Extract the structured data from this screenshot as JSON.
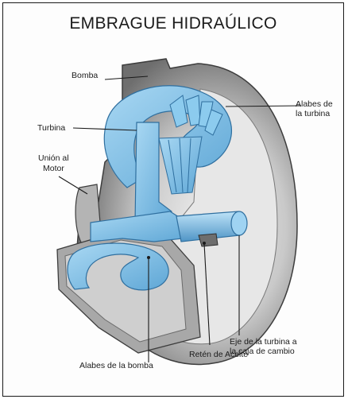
{
  "title": "EMBRAGUE HIDRAÚLICO",
  "labels": {
    "bomba": "Bomba",
    "turbina": "Turbina",
    "union_line1": "Unión al",
    "union_line2": "Motor",
    "alabes_turbina_line1": "Alabes de",
    "alabes_turbina_line2": "la turbina",
    "alabes_bomba": "Alabes de la bomba",
    "reten_aceite": "Retén de Aceite",
    "eje_line1": "Eje de la turbina a",
    "eje_line2": "la caja de cambio"
  },
  "colors": {
    "fluid_blue": "#7fc1ea",
    "fluid_blue_dark": "#4e93c4",
    "housing_gray": "#9a9a9a",
    "housing_dark": "#4a4a4a"
  }
}
